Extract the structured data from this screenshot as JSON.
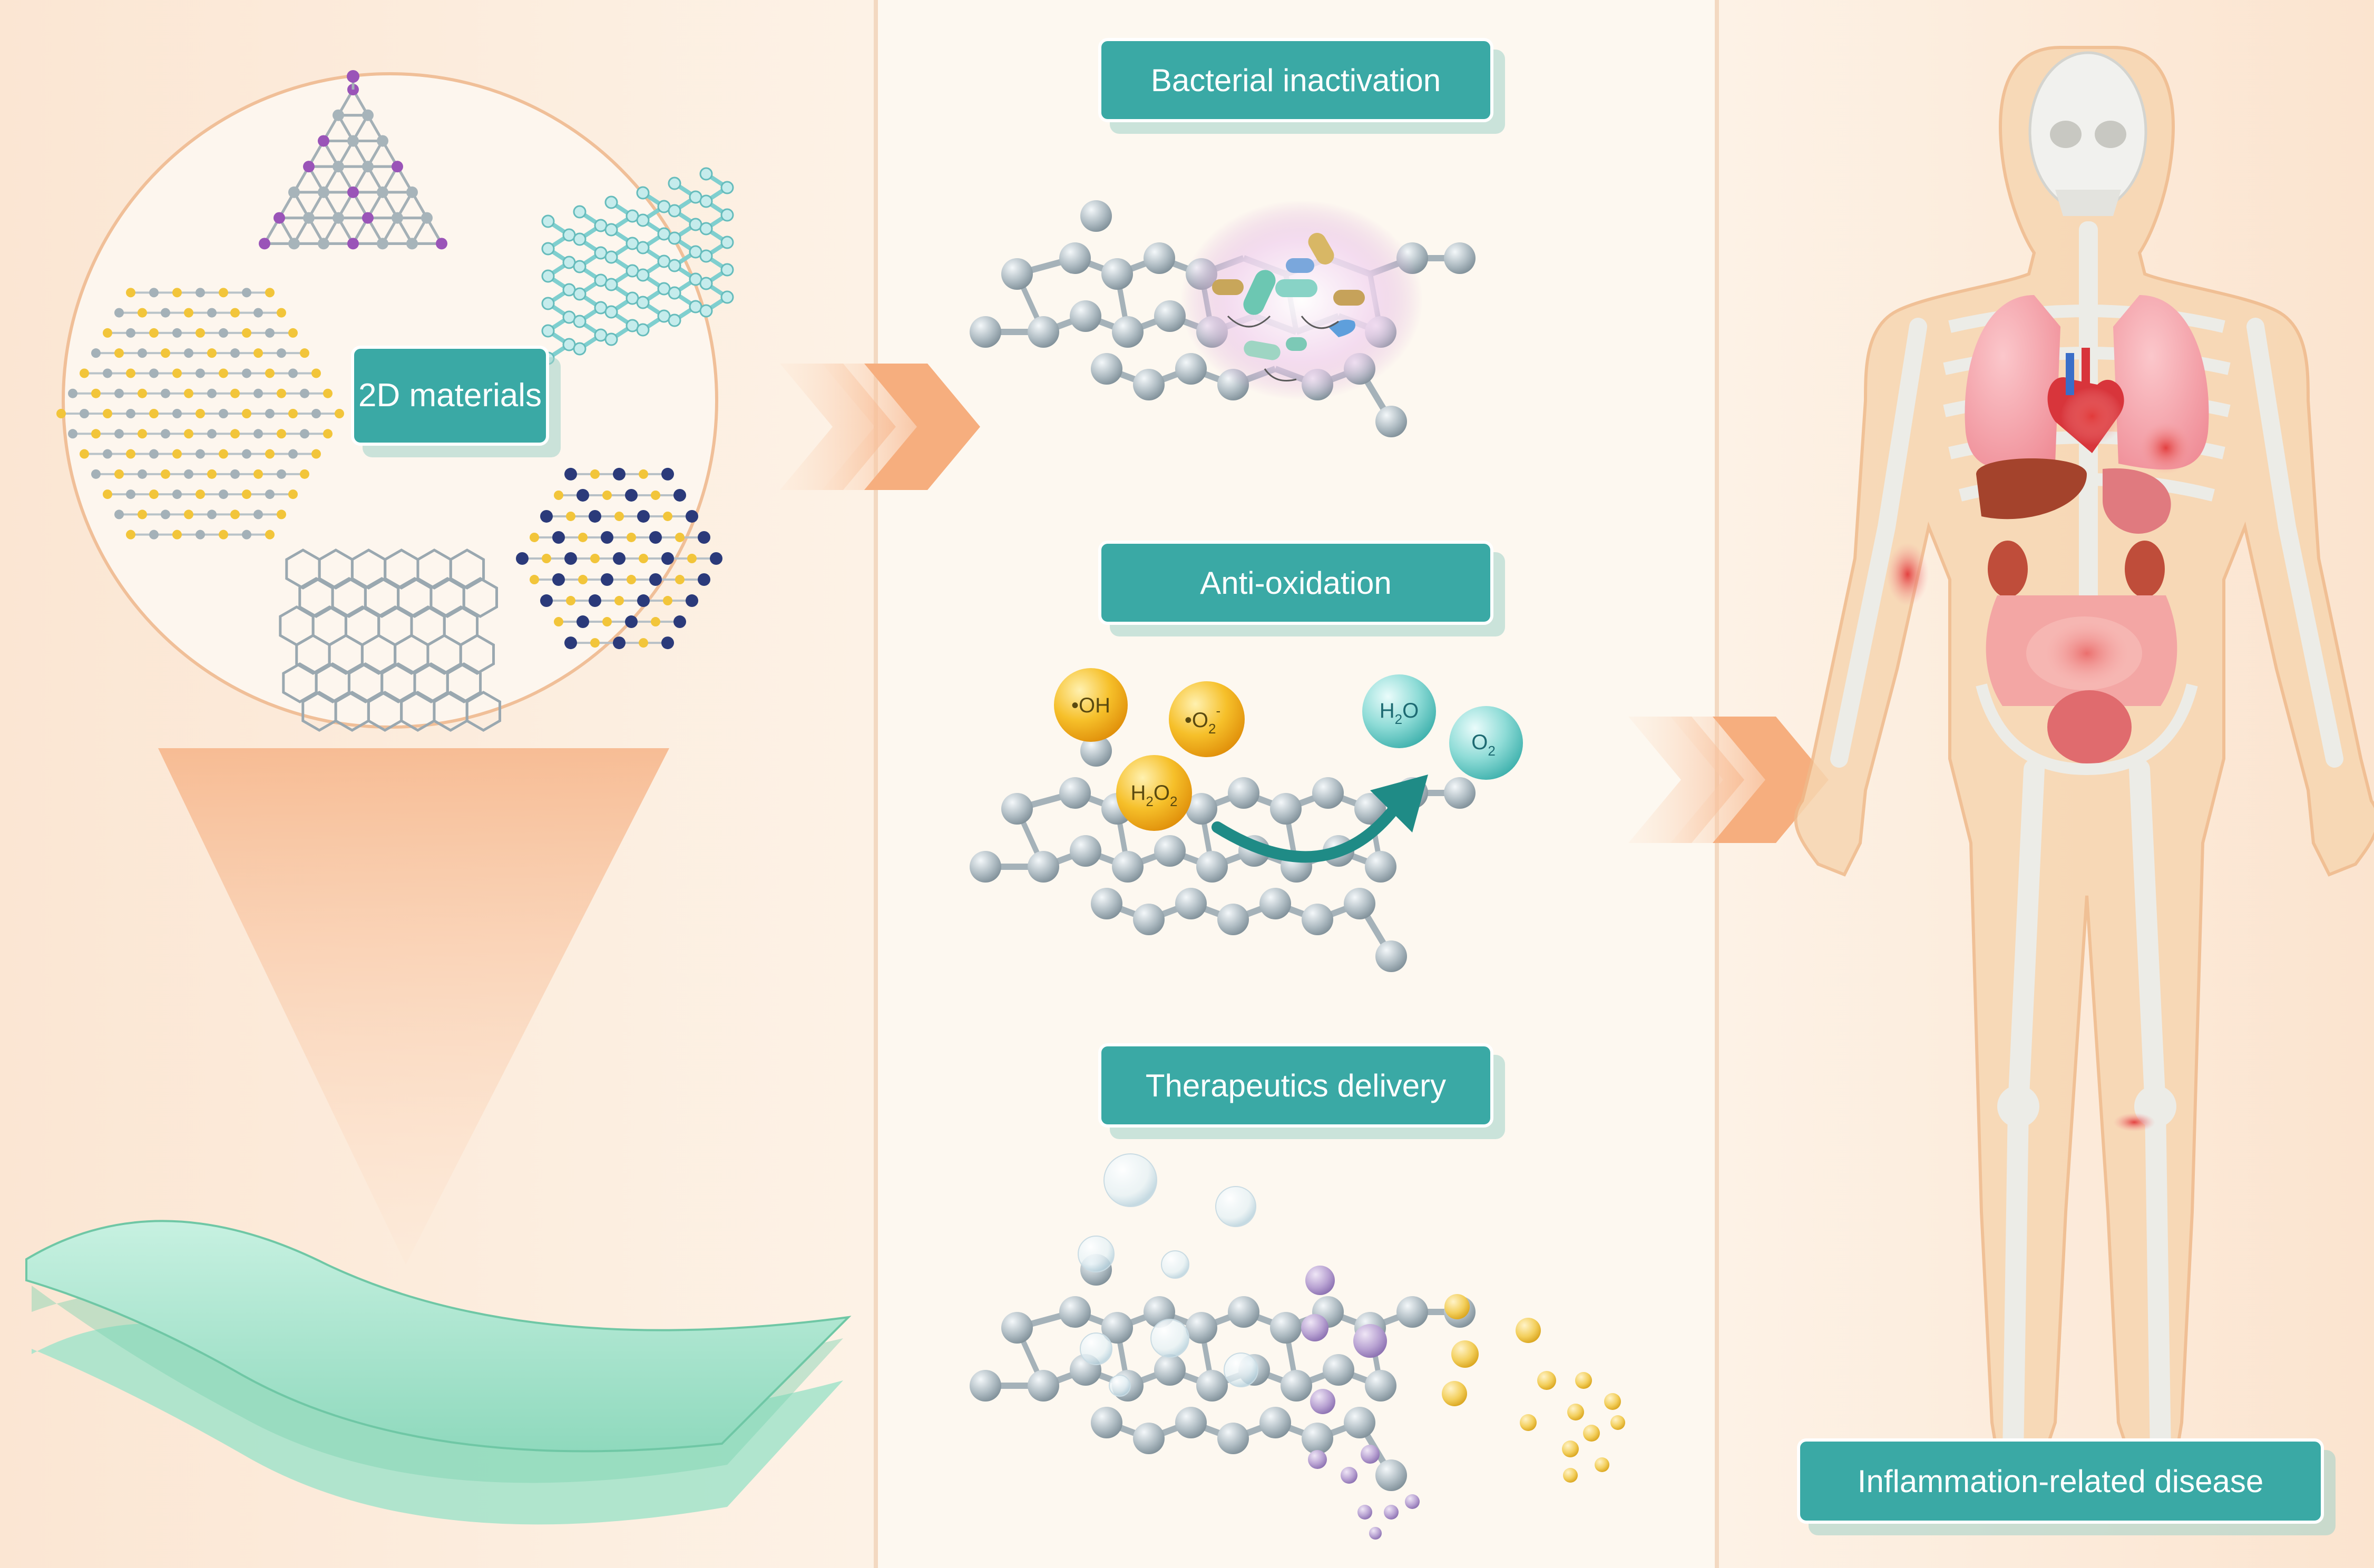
{
  "labels": {
    "materials": "2D materials",
    "bacterial": "Bacterial inactivation",
    "antioxidation": "Anti-oxidation",
    "therapeutics": "Therapeutics delivery",
    "disease": "Inflammation-related disease"
  },
  "ros": {
    "hydroxyl": "•OH",
    "superoxide_main": "•O",
    "superoxide_sub": "2",
    "superoxide_sup": "-",
    "peroxide_h": "H",
    "peroxide_sub1": "2",
    "peroxide_o": "O",
    "peroxide_sub2": "2",
    "water_h": "H",
    "water_sub": "2",
    "water_o": "O",
    "oxygen_o": "O",
    "oxygen_sub": "2"
  },
  "colors": {
    "label_fill": "#3aa9a5",
    "panel_left": "#fbe9d8",
    "panel_middle": "#fdf9f1",
    "panel_right": "#fbe9d8",
    "arrow": "#f6b488",
    "sheet": "#b8ecd8",
    "ros_yellow": "#f5b51c",
    "ros_teal": "#7fd3cf",
    "atom_grey": "#a9b6bd"
  }
}
